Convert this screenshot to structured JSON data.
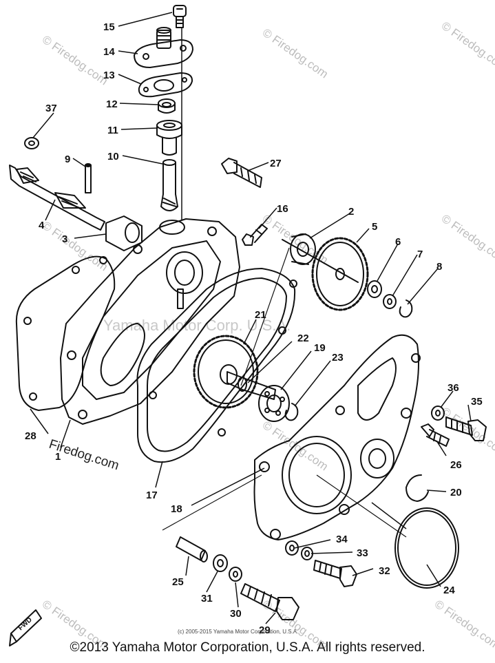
{
  "watermark": {
    "repeated": "© Firedog.com",
    "center": "Yamaha Motor Corp. U.S.A.",
    "bottom_left": "Firedog.com"
  },
  "fwd_label": "FWD",
  "small_copyright": "(c) 2005-2015 Yamaha Motor Corporation, U.S.A.",
  "footer": "©2013 Yamaha Motor Corporation, U.S.A. All rights reserved.",
  "callouts": {
    "c1": "1",
    "c2": "2",
    "c3": "3",
    "c4": "4",
    "c5": "5",
    "c6": "6",
    "c7": "7",
    "c8": "8",
    "c9": "9",
    "c10": "10",
    "c11": "11",
    "c12": "12",
    "c13": "13",
    "c14": "14",
    "c15": "15",
    "c16": "16",
    "c17": "17",
    "c18": "18",
    "c19": "19",
    "c20": "20",
    "c21": "21",
    "c22": "22",
    "c23": "23",
    "c24": "24",
    "c25": "25",
    "c26": "26",
    "c27": "27",
    "c28": "28",
    "c29": "29",
    "c30": "30",
    "c31": "31",
    "c32": "32",
    "c33": "33",
    "c34": "34",
    "c35": "35",
    "c36": "36",
    "c37": "37"
  }
}
